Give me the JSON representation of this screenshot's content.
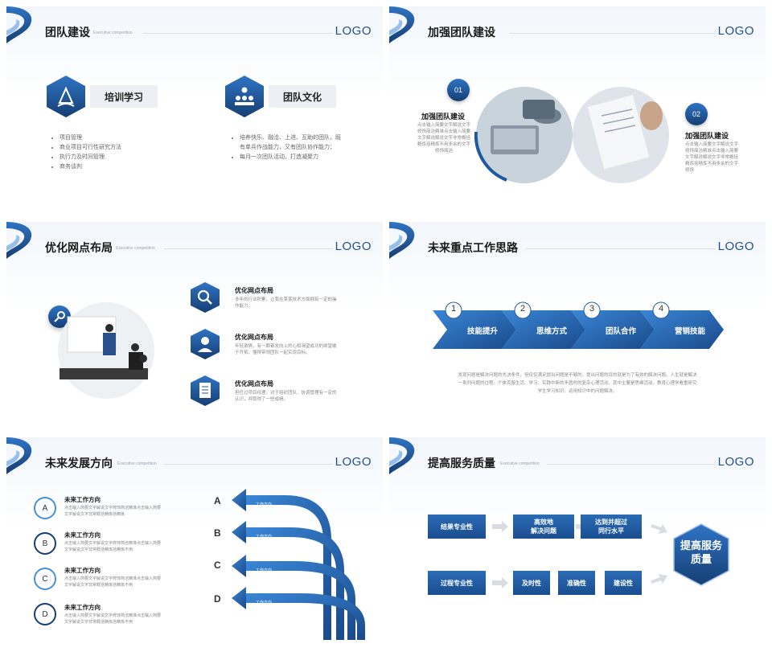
{
  "logo": "LOGO",
  "slide1": {
    "title": "团队建设",
    "subtitle": "Executive competition",
    "card1_label": "培训学习",
    "card2_label": "团队文化",
    "list1": [
      "项目管理",
      "商业项目可行性研究方法",
      "执行力及时间管理",
      "商务谈判"
    ],
    "list2": [
      "培养快乐、融洽、上进、互助的团队，既",
      "有单兵作战能力，又有团队协作能力；",
      "每月一次团队活动，打造凝聚力"
    ]
  },
  "slide2": {
    "title": "加强团队建设",
    "num1": "01",
    "num2": "02",
    "head1": "加强团队建设",
    "head2": "加强团队建设",
    "text1": [
      "点击输入简要文字解说文字",
      "修饰简洁精准点击输入简要",
      "文字解说解说文字非常概括",
      "精炼括精炼不用多余的文字",
      "修饰简洁"
    ],
    "text2": [
      "点击输入简要文字解说文字",
      "修饰简洁精准点击输入简要",
      "文字解说解说文字非常概括",
      "精炼括精炼不用多余的文字",
      "修饰"
    ]
  },
  "slide3": {
    "title": "优化网点布局",
    "subtitle": "Executive competition",
    "items": [
      {
        "head": "优化网点布局",
        "lines": [
          "多年的行业积累，让我在某某技术方面拥有一定的操",
          "作能力。"
        ],
        "icon": "search-icon"
      },
      {
        "head": "优化网点布局",
        "lines": [
          "年轻激情，有一颗奋发向上的心和渴望成功的欲望敢",
          "于开拓、懂得带领团队一起实现目标。"
        ],
        "icon": "team-icon"
      },
      {
        "head": "优化网点布局",
        "lines": [
          "担任过项目经理，对于组织团队、协调管理有一定的",
          "认识，并取得了一些成绩。"
        ],
        "icon": "document-icon"
      }
    ]
  },
  "slide4": {
    "title": "未来重点工作思路",
    "steps": [
      {
        "num": "1",
        "label": "技能提升"
      },
      {
        "num": "2",
        "label": "思维方式"
      },
      {
        "num": "3",
        "label": "团队合作"
      },
      {
        "num": "4",
        "label": "营销技能"
      }
    ],
    "desc": [
      "发现问题是解决问题的先决条件，但仅仅满足提出问题是不够的，提出问题的目的就是为了有效的解决问题。人生就是解决",
      "一系列问题的过程。个体克服生活、学习、实践中新的矛盾时的复杂心理活动，其中主要是思维活动。教育心理学看重研究",
      "学生学习知识、运用知识中的问题解决。"
    ]
  },
  "slide5": {
    "title": "未来发展方向",
    "subtitle": "Executive competition",
    "items": [
      {
        "letter": "A",
        "head": "未来工作方向",
        "lines": [
          "点击输入简要文字解说文字修饰简洁精准点击输入简要",
          "文字解说文字非常概括精炼括精炼"
        ]
      },
      {
        "letter": "B",
        "head": "未来工作方向",
        "lines": [
          "点击输入简要文字解说文字修饰简洁精准点击输入简要",
          "文字解说文字非常概括精炼括精炼不用"
        ]
      },
      {
        "letter": "C",
        "head": "未来工作方向",
        "lines": [
          "点击输入简要文字解说文字修饰简洁精准点击输入简要",
          "文字解说文字非常概括精炼括精炼不用"
        ]
      },
      {
        "letter": "D",
        "head": "未来工作方向",
        "lines": [
          "点击输入简要文字解说文字修饰简洁精准点击输入简要",
          "文字解说文字非常概括精炼括精炼不用"
        ]
      }
    ],
    "arrow_letters": [
      "A",
      "B",
      "C",
      "D"
    ],
    "arrow_label": "工作方向"
  },
  "slide6": {
    "title": "提高服务质量",
    "subtitle": "Executive competition",
    "row1": [
      "结果专业性",
      "高效地\n解决问题",
      "达到并超过\n同行水平"
    ],
    "row2": [
      "过程专业性",
      "及时性",
      "准确性",
      "建设性"
    ],
    "result": "提高服务\n质量"
  },
  "colors": {
    "primary": "#1f5aa0",
    "dark": "#163e73",
    "light": "#4a8fd6"
  }
}
